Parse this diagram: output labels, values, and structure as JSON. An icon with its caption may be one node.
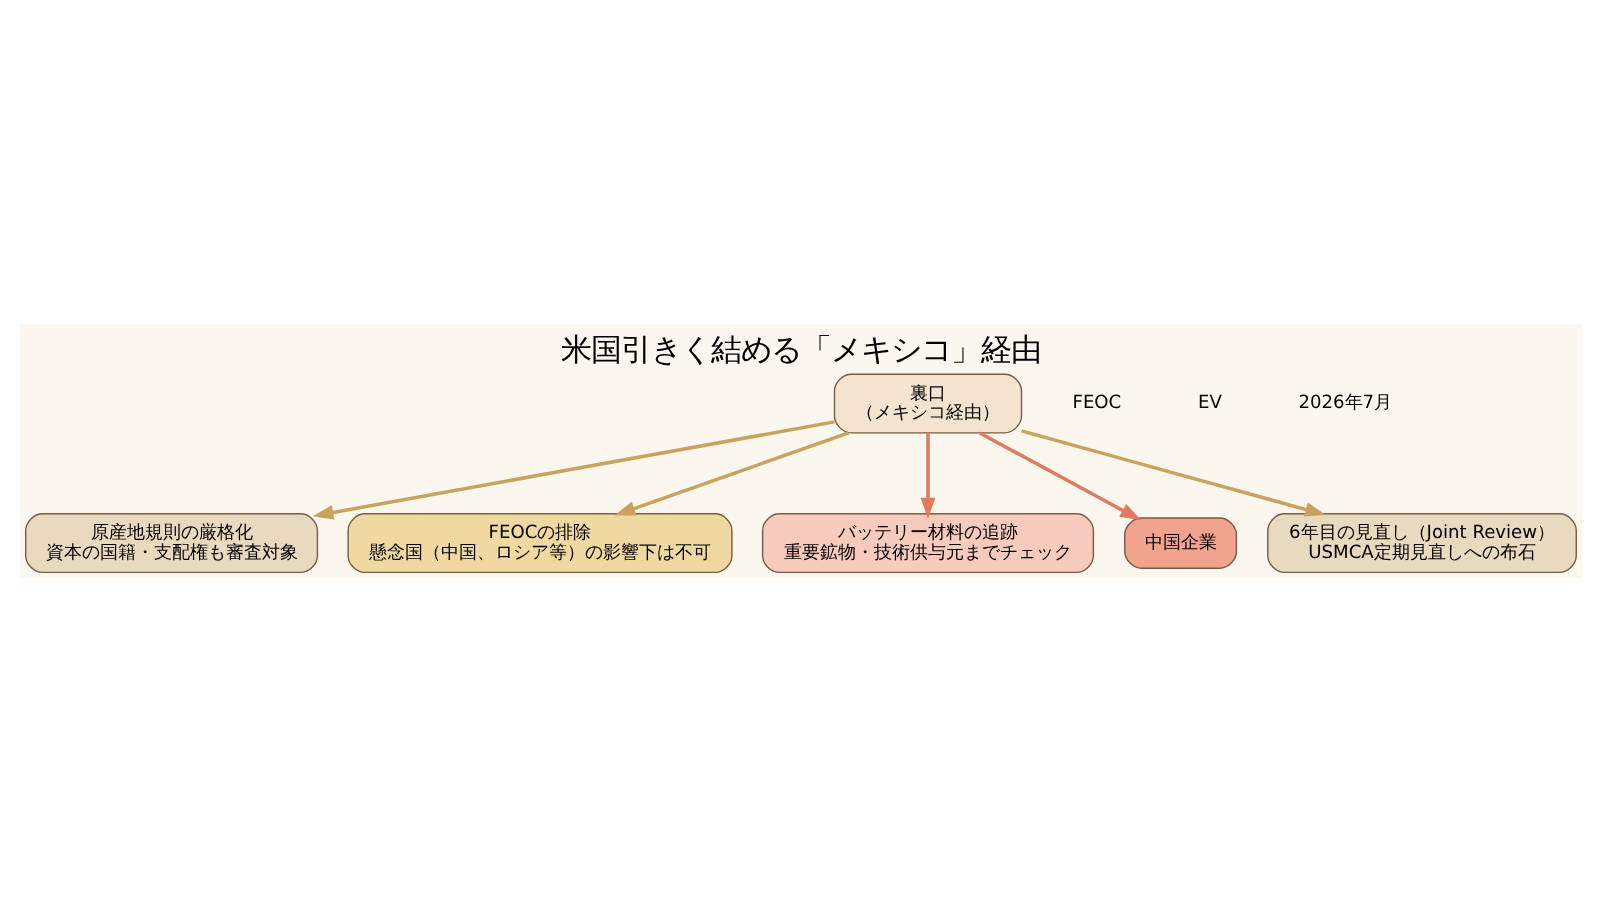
{
  "diagram": {
    "title": "米国引きく結める「メキシコ」経由",
    "nodes": [
      {
        "text": [
          "裏口",
          "（メキシコ経由）"
        ]
      },
      {
        "text": [
          "原産地規則の厳格化",
          "資本の国籍・支配権も審査対象"
        ]
      },
      {
        "text": [
          "FEOCの排除",
          "懸念国（中国、ロシア等）の影響下は不可"
        ]
      },
      {
        "text": [
          "バッテリー材料の追跡",
          "重要鉱物・技術供与元までチェック"
        ]
      },
      {
        "text": [
          "中国企業"
        ]
      },
      {
        "text": [
          "6年目の見直し（Joint Review）",
          "USMCA定期見直しへの布石"
        ]
      }
    ],
    "edges": [
      {
        "from": 0,
        "to": 1,
        "arrow": "to"
      },
      {
        "from": 0,
        "to": 2,
        "arrow": "to"
      },
      {
        "from": 0,
        "to": 3,
        "arrow": "to",
        "color": "#e07a5f"
      },
      {
        "from": 0,
        "to": 4,
        "arrow": "to",
        "color": "#e07a5f"
      },
      {
        "from": 0,
        "to": 5,
        "arrow": "to"
      }
    ],
    "labels": [
      "FEOC",
      "EV",
      "2026年7月"
    ]
  }
}
